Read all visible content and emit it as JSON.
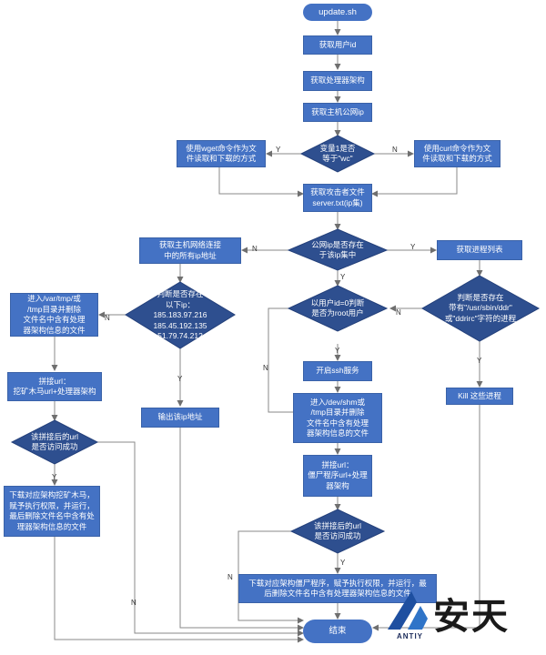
{
  "nodes": {
    "start": "update.sh",
    "get_user_id": "获取用户id",
    "get_cpu_arch": "获取处理器架构",
    "get_public_ip": "获取主机公网ip",
    "use_wget": "使用wget命令作为文\n件读取和下载的方式",
    "check_var": "变量1是否\n等于\"wc\"",
    "use_curl": "使用curl命令作为文\n件读取和下载的方式",
    "get_attacker_file": "获取攻击者文件\nserver.txt(ip集)",
    "get_all_ips": "获取主机网络连接\n中的所有ip地址",
    "check_ip_in_set": "公网ip是否存在\n于该ip集中",
    "get_process_list": "获取进程列表",
    "move_to_tmp_left": "进入/var/tmp/或\n/tmp目录并删除\n文件名中含有处理\n器架构信息的文件",
    "check_ips": "判断是否存在\n以下ip：\n185.183.97.216\n185.45.192.135\n51.79.74.212",
    "check_root": "以用户id=0判断\n是否为root用户",
    "check_process": "判断是否存在\n带有\"/usr/sbin/ddr\"\n或\"ddrirc\"字符的进程",
    "concat_url_miner": "拼接url：\n挖矿木马url+处理器架构",
    "output_ip": "输出该ip地址",
    "start_ssh": "开启ssh服务",
    "kill_process": "Kill 这些进程",
    "check_url_miner": "该拼接后的url\n是否访问成功",
    "move_to_shm": "进入/dev/shm或\n/tmp目录并删除\n文件名中含有处理\n器架构信息的文件",
    "download_miner": "下载对应架构挖矿木马，\n赋予执行权限，并运行，\n最后删除文件名中含有处\n理器架构信息的文件",
    "concat_url_zombie": "拼接url：\n僵尸程序url+处理\n器架构",
    "check_url_zombie": "该拼接后的url\n是否访问成功",
    "download_zombie": "下载对应架构僵尸程序，赋予执行权限，并运行，最\n后删除文件名中含有处理器架构信息的文件",
    "end": "结束"
  },
  "labels": {
    "yes": "Y",
    "no": "N"
  },
  "logo": {
    "brand": "安天",
    "sub": "ANTIY"
  },
  "colors": {
    "node_fill": "#4472c4",
    "line": "#8a8a8a",
    "text": "#ffffff"
  }
}
